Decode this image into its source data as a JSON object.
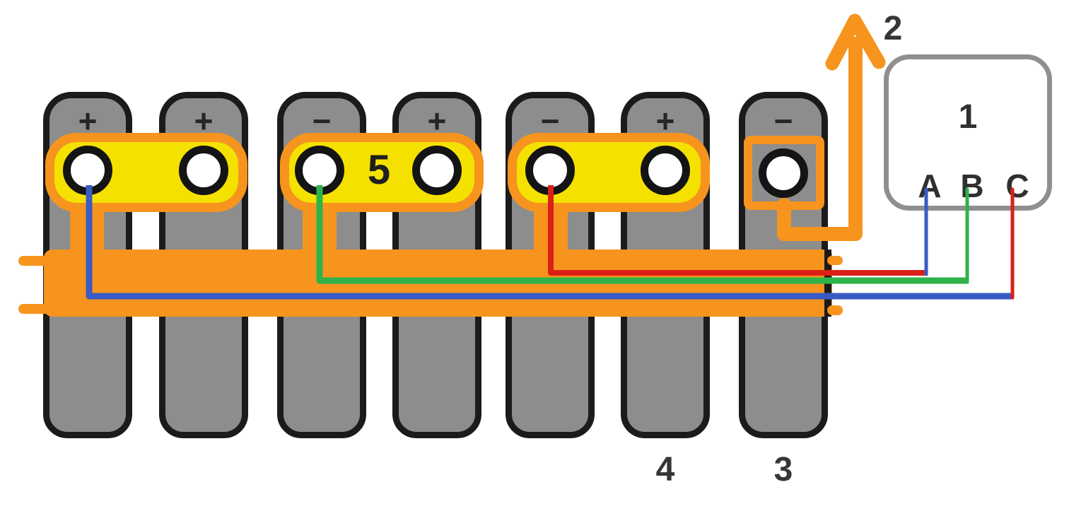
{
  "diagram": {
    "description": "Battery pack balance-wiring diagram with seven prismatic cells, yellow busbars outlined in orange, an orange series power band, and colored sense wires to a terminal block",
    "cells": [
      {
        "polarity": "+"
      },
      {
        "polarity": "+"
      },
      {
        "polarity": "−"
      },
      {
        "polarity": "+"
      },
      {
        "polarity": "−"
      },
      {
        "polarity": "+"
      },
      {
        "polarity": "−"
      }
    ],
    "busbar_label": "5",
    "arrow_label": "2",
    "terminal_block": {
      "label": "1",
      "terminals": [
        {
          "name": "A",
          "wire_color": "#3a5bc4"
        },
        {
          "name": "B",
          "wire_color": "#2eb24a"
        },
        {
          "name": "C",
          "wire_color": "#db2017"
        }
      ]
    },
    "bottom_labels": {
      "cell6": "4",
      "cell7": "3"
    },
    "colors": {
      "cell_gray": "#8d8d8d",
      "outline_black": "#1b1b1b",
      "busbar_yellow": "#f5e100",
      "marker_orange": "#f7941e",
      "wire_blue": "#3a5bc4",
      "wire_green": "#2eb24a",
      "wire_red": "#db2017",
      "block_border_gray": "#8f8f8f",
      "text_dark": "#303030"
    }
  }
}
